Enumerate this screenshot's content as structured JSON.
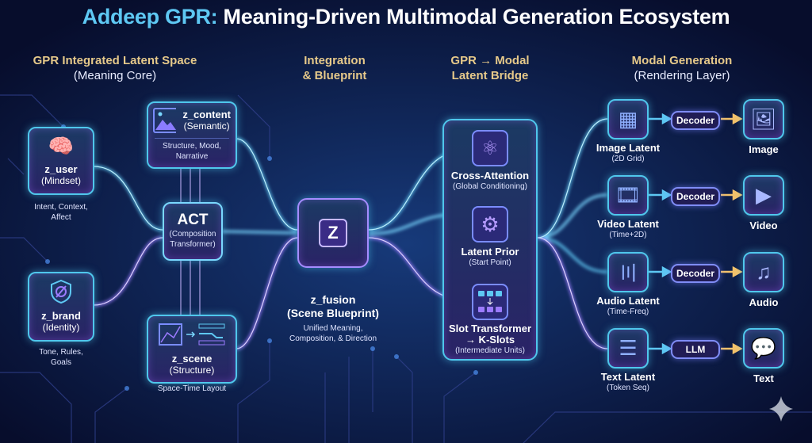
{
  "title": {
    "accent": "Addeep GPR:",
    "rest": " Meaning-Driven Multimodal Generation Ecosystem"
  },
  "columns": [
    {
      "line1": "GPR Integrated Latent Space",
      "line2": "(Meaning Core)"
    },
    {
      "line1": "Integration",
      "line2": "& Blueprint"
    },
    {
      "line1": "GPR → Modal",
      "line2": "Latent Bridge"
    },
    {
      "line1": "Modal Generation",
      "line2": "(Rendering Layer)"
    }
  ],
  "core": {
    "z_user": {
      "name": "z_user",
      "role": "(Mindset)",
      "desc1": "Intent, Context,",
      "desc2": "Affect",
      "icon": "brain-heart-icon"
    },
    "z_content": {
      "name": "z_content",
      "role": "(Semantic)",
      "desc1": "Structure, Mood,",
      "desc2": "Narrative",
      "icon": "landscape-icon"
    },
    "act": {
      "name": "ACT",
      "role1": "(Composition",
      "role2": "Transformer)"
    },
    "z_brand": {
      "name": "z_brand",
      "role": "(Identity)",
      "desc1": "Tone, Rules,",
      "desc2": "Goals",
      "icon": "shield-icon"
    },
    "z_scene": {
      "name": "z_scene",
      "role": "(Structure)",
      "desc": "Space-Time Layout",
      "icon": "layout-icon"
    }
  },
  "fusion": {
    "glyph": "Z",
    "name": "z_fusion",
    "role": "(Scene Blueprint)",
    "desc1": "Unified Meaning,",
    "desc2": "Composition, & Direction"
  },
  "bridge": [
    {
      "name": "Cross-Attention",
      "role": "(Global Conditioning)",
      "icon": "atom-icon"
    },
    {
      "name": "Latent Prior",
      "role": "(Start Point)",
      "icon": "gear-icon"
    },
    {
      "name": "Slot Transformer",
      "name2": "→ K-Slots",
      "role": "(Intermediate Units)",
      "icon": "slots-icon"
    }
  ],
  "modalities": [
    {
      "latent": "Image Latent",
      "latent_sub": "(2D Grid)",
      "decoder": "Decoder",
      "output": "Image"
    },
    {
      "latent": "Video Latent",
      "latent_sub": "(Time+2D)",
      "decoder": "Decoder",
      "output": "Video"
    },
    {
      "latent": "Audio Latent",
      "latent_sub": "(Time-Freq)",
      "decoder": "Decoder",
      "output": "Audio"
    },
    {
      "latent": "Text Latent",
      "latent_sub": "(Token Seq)",
      "decoder": "LLM",
      "output": "Text"
    }
  ],
  "colors": {
    "accent": "#5ec8f3",
    "heading": "#e6c98a",
    "bg": "#0a1236",
    "glow": "#4fc7ec",
    "purple": "#9b7bff",
    "arrow_gold": "#f3c26a"
  }
}
